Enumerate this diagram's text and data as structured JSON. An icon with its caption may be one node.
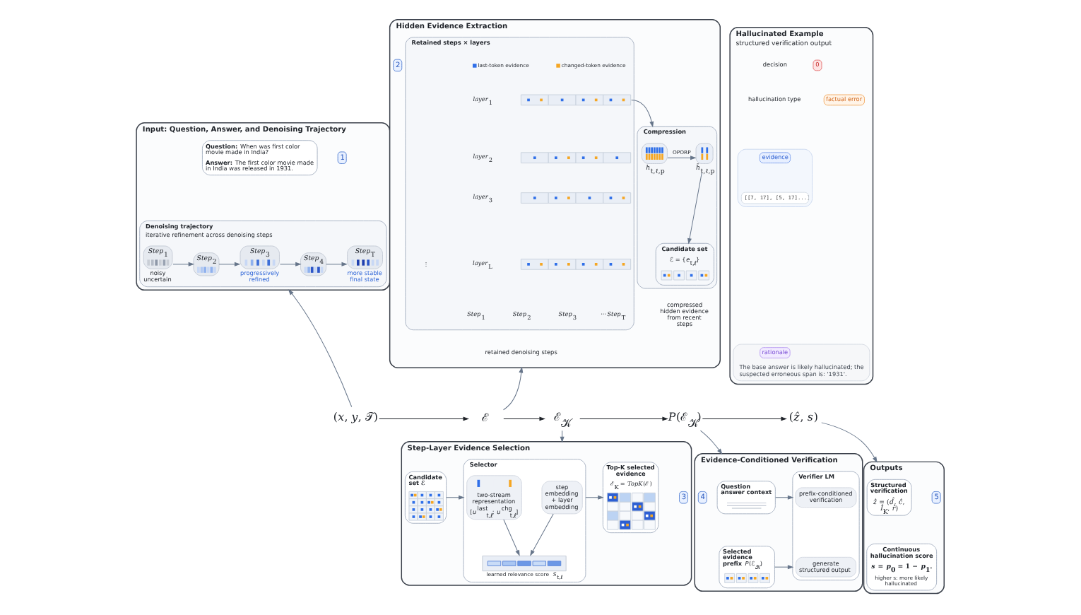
{
  "diagram": {
    "nodes": [
      {
        "text": [
          "Input: Question, Answer, and Denoising Trajectory"
        ]
      },
      {
        "text": [
          "1"
        ],
        "in": 0
      },
      {
        "text": [
          "**Question:** When was first color movie made in India?",
          "**Answer:** The first color movie made in India was released in 1931."
        ],
        "in": 0
      },
      {
        "text": [
          "Denoising trajectory",
          "iterative refinement across denoising steps"
        ],
        "in": 0
      },
      {
        "text": [
          "*Step*$_{1}$"
        ],
        "in": 3,
        "beside": [
          "noisy uncertain"
        ]
      },
      {
        "text": [
          "*Step*$_{2}$"
        ],
        "in": 3
      },
      {
        "text": [
          "*Step*$_{3}$"
        ],
        "in": 3,
        "beside": [
          "progressively refined"
        ]
      },
      {
        "text": [
          "*Step*$_{4}$"
        ],
        "in": 3
      },
      {
        "text": [
          "*Step*$_{T}$"
        ],
        "in": 3,
        "beside": [
          "more stable final state"
        ]
      },
      {
        "text": [
          "Hidden Evidence Extraction"
        ]
      },
      {
        "text": [
          "2"
        ],
        "in": 9
      },
      {
        "text": [
          "Retained steps × layers"
        ],
        "in": 9,
        "beside": [
          "retained denoising steps"
        ]
      },
      {
        "text": [
          "Compression"
        ],
        "in": 9,
        "beside": [
          "compressed hidden evidence from recent steps"
        ]
      },
      {
        "text": [],
        "shape": "picture",
        "in": 12,
        "beside": [
          "*h*$_{t,ℓ,p}$"
        ]
      },
      {
        "text": [],
        "shape": "picture",
        "in": 12,
        "beside": [
          "*h̃*$_{t,ℓ,p}$"
        ]
      },
      {
        "text": [
          "Candidate set",
          "ℰ = {*e*$_{t,ℓ}$}"
        ],
        "in": 12
      },
      {
        "text": [
          "Hallucinated Example",
          "structured verification output"
        ]
      },
      {
        "text": [
          "0"
        ],
        "in": 16
      },
      {
        "text": [
          "factual error"
        ],
        "in": 16
      },
      {
        "text": [],
        "shape": "box",
        "in": 16
      },
      {
        "text": [
          "evidence"
        ],
        "in": 19
      },
      {
        "text": [
          "[[7, 17], [5, 17]...]"
        ],
        "in": 19
      },
      {
        "text": [
          "The base answer is likely hallucinated; the suspected erroneous span is: '1931'."
        ],
        "in": 16
      },
      {
        "text": [
          "rationale"
        ],
        "in": 22
      },
      {
        "text": [
          "(*x*, *y*, 𝒯)"
        ]
      },
      {
        "text": [
          "ℰ"
        ]
      },
      {
        "text": [
          "ℰ$_{𝒦}$"
        ]
      },
      {
        "text": [
          "*P*(ℰ$_{𝒦}$)"
        ]
      },
      {
        "text": [
          "(*ẑ*, *s*)"
        ]
      },
      {
        "text": [
          "Step-Layer Evidence Selection"
        ]
      },
      {
        "text": [
          "3"
        ],
        "in": 29
      },
      {
        "text": [
          "Candidate set ℰ"
        ],
        "in": 29
      },
      {
        "text": [
          "Selector"
        ],
        "in": 29
      },
      {
        "text": [
          "two-stream representation",
          "[*u*$^{last}$$_{t,ℓ}$; *u*$^{chg}$$_{t,ℓ}$]"
        ],
        "in": 32
      },
      {
        "text": [
          "step embedding + layer embedding"
        ],
        "in": 32
      },
      {
        "text": [],
        "shape": "bar",
        "in": 32,
        "beside": [
          "learned relevance score *S*$_{t,ℓ}$"
        ]
      },
      {
        "text": [
          "Top-K selected evidence",
          "ℰ$_{K}$ = *TopK*(ℰ)"
        ],
        "in": 29
      },
      {
        "text": [
          "Evidence-Conditioned Verification"
        ]
      },
      {
        "text": [
          "4"
        ],
        "in": 37
      },
      {
        "text": [
          "Question answer context"
        ],
        "in": 37
      },
      {
        "text": [
          "**Selected evidence prefix** *P*(ℰ$_{𝒦}$)"
        ],
        "in": 37
      },
      {
        "text": [
          "Verifier LM"
        ],
        "in": 37
      },
      {
        "text": [
          "prefix-conditioned verification"
        ],
        "in": 41
      },
      {
        "text": [
          "generate structured output"
        ],
        "in": 41
      },
      {
        "text": [
          "Outputs"
        ]
      },
      {
        "text": [
          "5"
        ],
        "in": 44
      },
      {
        "text": [
          "Structured verification",
          "*ẑ* = (*d̂*, *ĉ*, *Î*$_{K}$, *r̂*)"
        ],
        "in": 44
      },
      {
        "text": [
          "Continuous hallucination score",
          "*s* = *p*$_{0}$ = 1 − *p*$_{1}$.",
          "higher s: more likely hallucinated"
        ],
        "in": 44
      }
    ],
    "edges": [
      {
        "from": 4,
        "to": 5,
        "arrow": "to"
      },
      {
        "from": 5,
        "to": 6,
        "arrow": "to"
      },
      {
        "from": 6,
        "to": 7,
        "arrow": "to"
      },
      {
        "from": 7,
        "to": 8,
        "arrow": "to"
      },
      {
        "from": 11,
        "to": 12,
        "arrow": "to"
      },
      {
        "from": 13,
        "to": 14,
        "arrow": "to",
        "label": "OPORP"
      },
      {
        "from": 14,
        "to": 15,
        "arrow": "to"
      },
      {
        "from": 24,
        "to": 0,
        "arrow": "to"
      },
      {
        "from": 24,
        "to": 25,
        "arrow": "to",
        "color": "#1e2228"
      },
      {
        "from": 25,
        "to": 9,
        "arrow": "to"
      },
      {
        "from": 25,
        "to": 26,
        "arrow": "to",
        "color": "#1e2228"
      },
      {
        "from": 26,
        "to": 27,
        "arrow": "to",
        "color": "#1e2228"
      },
      {
        "from": 26,
        "to": 29,
        "arrow": "to"
      },
      {
        "from": 27,
        "to": 28,
        "arrow": "to",
        "color": "#1e2228"
      },
      {
        "from": 27,
        "to": 37,
        "arrow": "to"
      },
      {
        "from": 28,
        "to": 44,
        "arrow": "to"
      },
      {
        "from": 31,
        "to": 32,
        "arrow": "to"
      },
      {
        "from": 33,
        "to": 35,
        "arrow": "to"
      },
      {
        "from": 34,
        "to": 35,
        "arrow": "to"
      },
      {
        "from": 32,
        "to": 36,
        "arrow": "to"
      },
      {
        "from": 39,
        "to": 41,
        "arrow": "to"
      },
      {
        "from": 40,
        "to": 41,
        "arrow": "to"
      }
    ],
    "labels": [
      "*layer*$_{1}$",
      "*layer*$_{2}$",
      "*layer*$_{3}$",
      "⋮",
      "*layer*$_{L}$",
      "*Step*$_{1}$",
      "*Step*$_{2}$",
      "*Step*$_{3}$",
      "···*Step*$_{T}$",
      "decision",
      "hallucination type"
    ],
    "legend": [
      {
        "text": "last-token evidence",
        "color": "#2f6fe8"
      },
      {
        "text": "changed-token evidence",
        "color": "#f5a623"
      }
    ]
  }
}
